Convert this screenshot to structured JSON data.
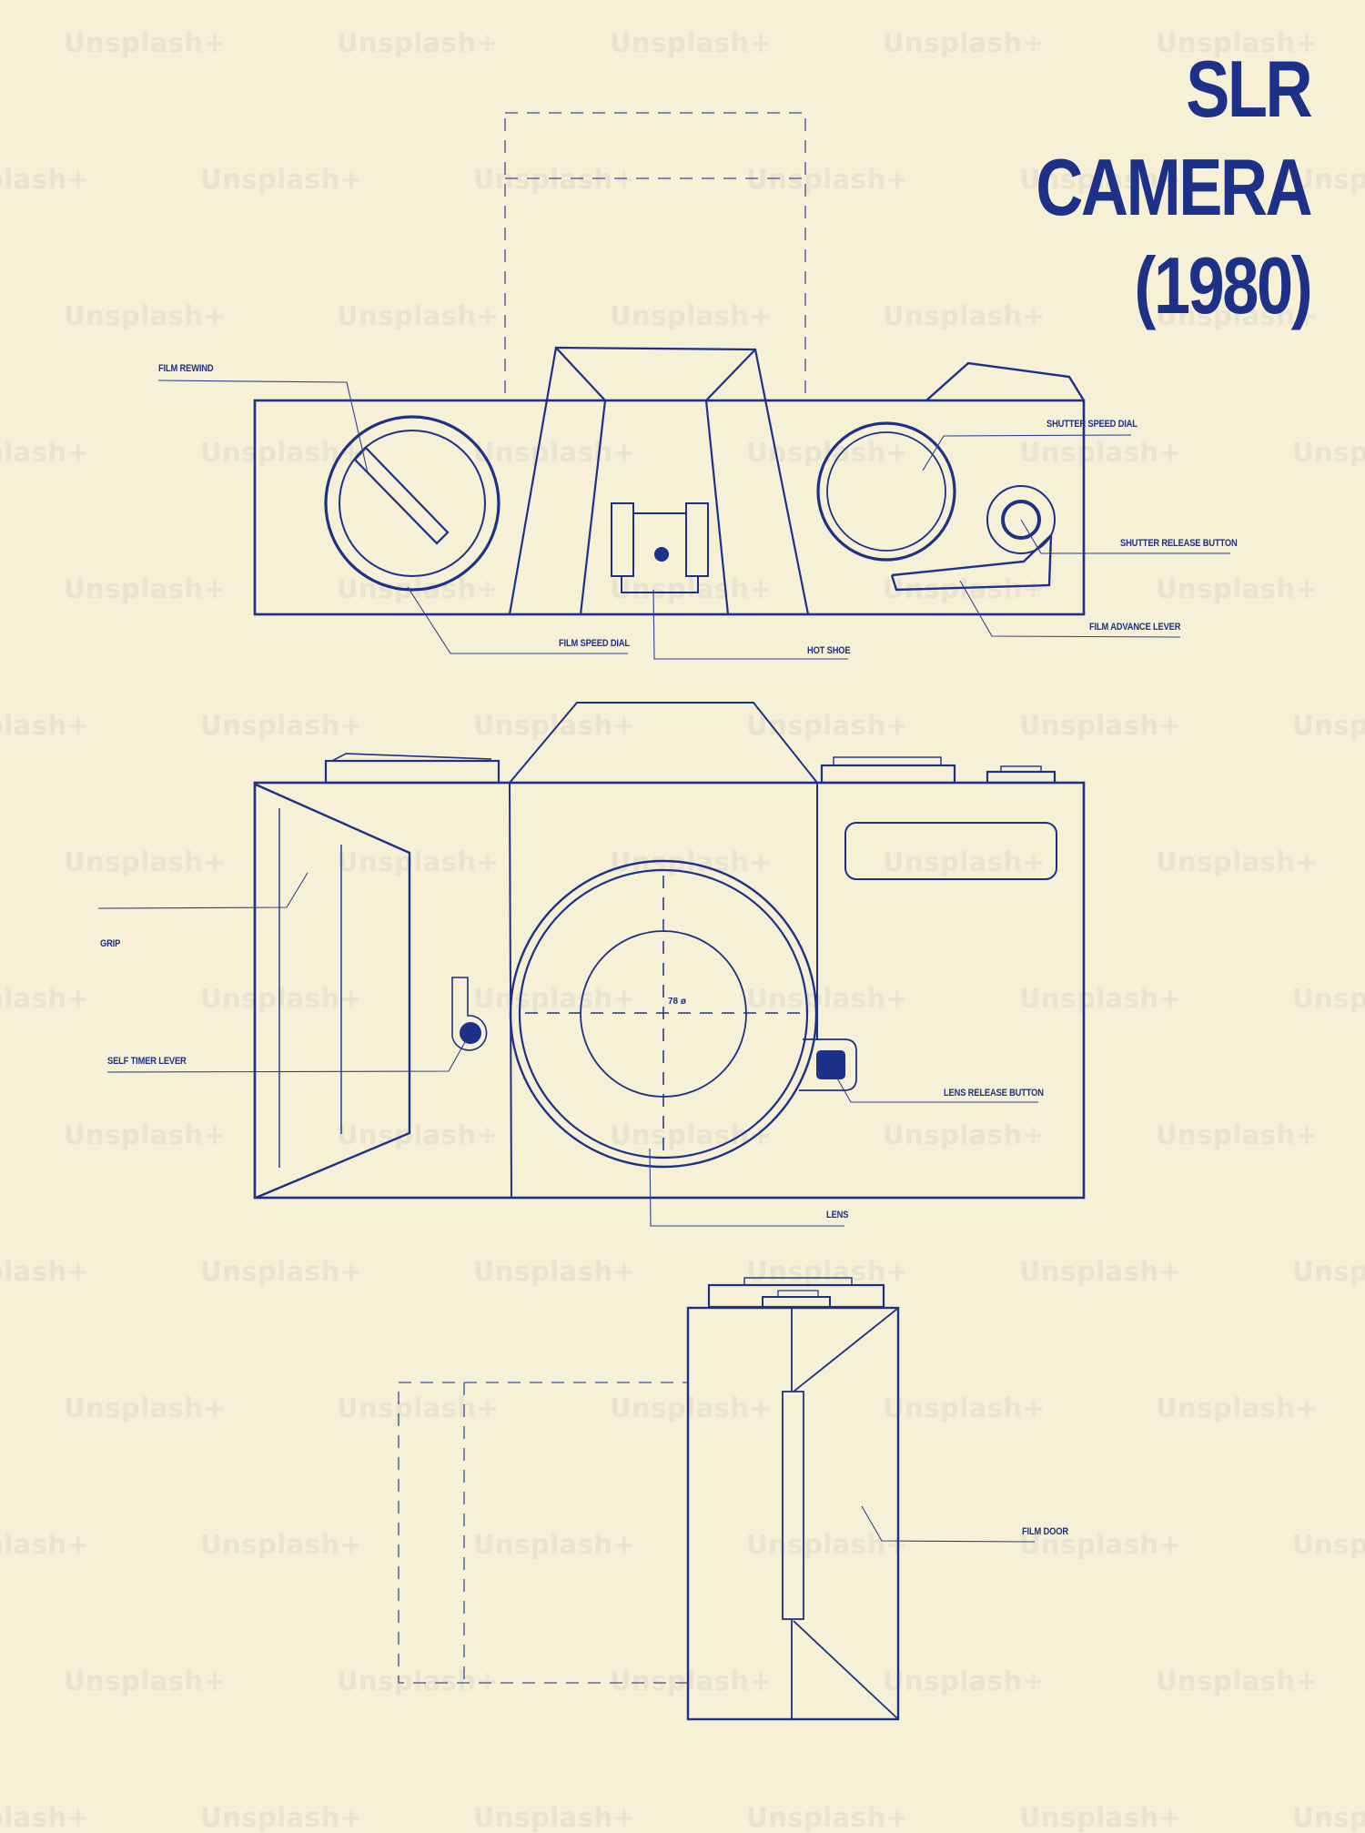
{
  "title": {
    "line1": "SLR",
    "line2": "CAMERA",
    "line3": "(1980)"
  },
  "colors": {
    "background": "#f6f0d6",
    "ink": "#1d3188",
    "watermark": "#e9e3cf"
  },
  "watermark": {
    "text": "Unsplash+"
  },
  "top_view": {
    "labels": {
      "film_rewind": "FILM REWIND",
      "shutter_speed_dial": "SHUTTER SPEED DIAL",
      "shutter_release_button": "SHUTTER RELEASE BUTTON",
      "film_advance_lever": "FILM ADVANCE LEVER",
      "film_speed_dial": "FILM SPEED DIAL",
      "hot_shoe": "HOT SHOE"
    }
  },
  "front_view": {
    "labels": {
      "grip": "GRIP",
      "self_timer_lever": "SELF TIMER LEVER",
      "lens_release_button": "LENS RELEASE BUTTON",
      "lens": "LENS"
    },
    "lens_dimension": "78 ø"
  },
  "side_view": {
    "labels": {
      "film_door": "FILM DOOR"
    }
  }
}
